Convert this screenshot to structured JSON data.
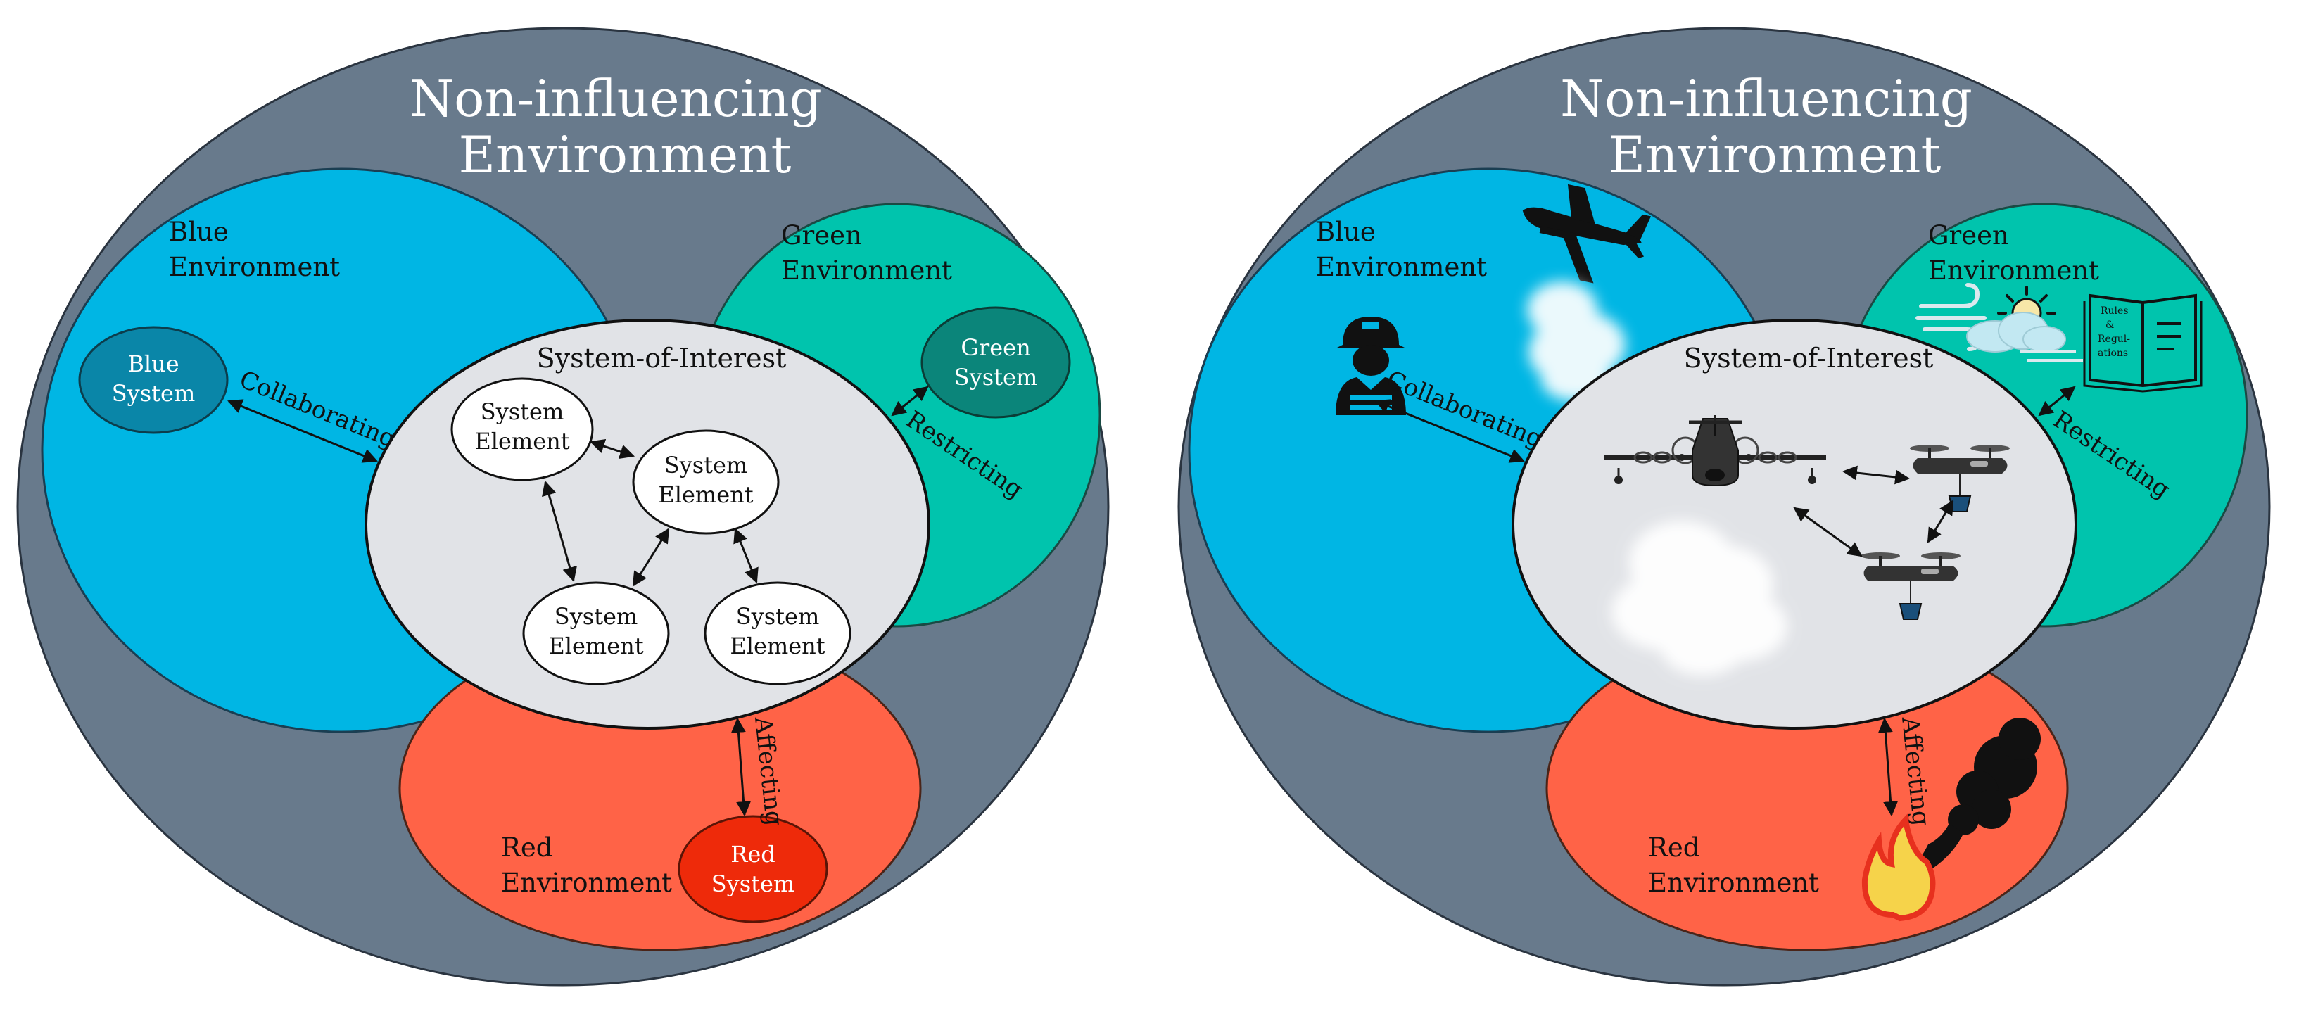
{
  "colors": {
    "outer": "#687a8c",
    "blue": "#00b6e4",
    "green": "#00c4ad",
    "red": "#ff6347",
    "soi": "#e1e3e7",
    "blue_system": "#0a86a8",
    "green_system": "#0b857a",
    "red_system": "#ee2a0a"
  },
  "left_panel": {
    "title_line1": "Non-influencing",
    "title_line2": "Environment",
    "blue_env": [
      "Blue",
      "Environment"
    ],
    "green_env": [
      "Green",
      "Environment"
    ],
    "red_env": [
      "Red",
      "Environment"
    ],
    "blue_system": [
      "Blue",
      "System"
    ],
    "green_system": [
      "Green",
      "System"
    ],
    "red_system": [
      "Red",
      "System"
    ],
    "soi_title": "System-of-Interest",
    "system_element": [
      "System",
      "Element"
    ],
    "relation_collaborating": "Collaborating",
    "relation_restricting": "Restricting",
    "relation_affecting": "Affecting"
  },
  "right_panel": {
    "title_line1": "Non-influencing",
    "title_line2": "Environment",
    "blue_env": [
      "Blue",
      "Environment"
    ],
    "green_env": [
      "Green",
      "Environment"
    ],
    "red_env": [
      "Red",
      "Environment"
    ],
    "soi_title": "System-of-Interest",
    "relation_collaborating": "Collaborating",
    "relation_restricting": "Restricting",
    "relation_affecting": "Affecting",
    "rules_book": [
      "Rules",
      "&",
      "Regul-",
      "ations"
    ],
    "icons": [
      "firefighter-icon",
      "water-bomber-plane-icon",
      "wind-icon",
      "sun-cloud-icon",
      "rules-book-icon",
      "fixed-wing-drone-icon",
      "quadcopter-bucket-icon",
      "smoke-icon",
      "fire-icon"
    ]
  }
}
